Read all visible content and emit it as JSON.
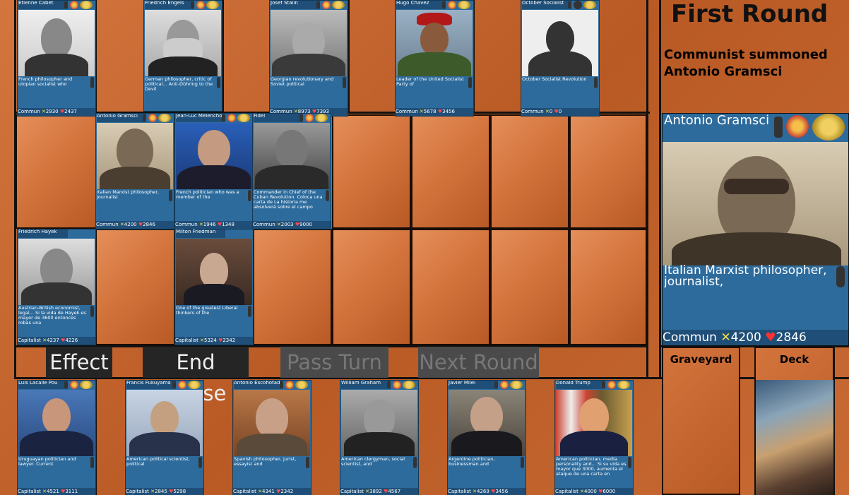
{
  "status": {
    "round_title": "First Round",
    "log_line1": "Communist summoned",
    "log_line2": "Antonio Gramsci"
  },
  "buttons": {
    "effect": "Effect",
    "end_phase": "End Phase",
    "pass_turn": "Pass Turn",
    "next_round": "Next Round"
  },
  "piles": {
    "graveyard": "Graveyard",
    "deck": "Deck"
  },
  "selected_card": {
    "name": "Antonio Gramsci",
    "desc": "Italian Marxist philosopher, journalist,",
    "faction": "Commun",
    "attack": "4200",
    "health": "2846"
  },
  "top_row": [
    {
      "name": "Etienne Cabet",
      "desc": "French philosopher and utopian socialist who",
      "faction": "Commun",
      "attack": "2930",
      "health": "2437"
    },
    {
      "name": "Friedrich Engels",
      "desc": "German philosopher, critic of political... Anti-Dühring to the Devil",
      "faction": "",
      "attack": "",
      "health": ""
    },
    {
      "name": "Josef Stalin",
      "desc": "Georgian revolutionary and Soviet political",
      "faction": "Commun",
      "attack": "8973",
      "health": "7393"
    },
    {
      "name": "Hugo Chavez",
      "desc": "Leader of the United Socialist Party of",
      "faction": "Commun",
      "attack": "5678",
      "health": "3456"
    },
    {
      "name": "October Socialist",
      "desc": "October Socialist Revolution",
      "faction": "Commun",
      "attack": "0",
      "health": "0"
    }
  ],
  "mid_row": [
    {
      "name": "Antonio Gramsci",
      "desc": "Italian Marxist philosopher, journalist",
      "faction": "Commun",
      "attack": "4200",
      "health": "2846"
    },
    {
      "name": "Jean-Luc Mélenchon",
      "desc": "French politician who was a member of the",
      "faction": "Commun",
      "attack": "1946",
      "health": "1348"
    },
    {
      "name": "Fidel",
      "desc": "Commander in Chief of the Cuban Revolution. Coloca una carta de La historia me absolverá sobre el campo",
      "faction": "Commun",
      "attack": "2003",
      "health": "9000"
    }
  ],
  "cap_row": [
    {
      "name": "Friedrich Hayek",
      "desc": "Austrian-British economist, legal... Si la vida de Hayek es mayor de 3600 entonces robas una",
      "faction": "Capitalist",
      "attack": "4237",
      "health": "4226"
    },
    {
      "name": "Milton Friedman",
      "desc": "One of the greatest Liberal thinkers of the",
      "faction": "Capitalist",
      "attack": "5324",
      "health": "2342"
    }
  ],
  "hand": [
    {
      "name": "Luis Lacalle Pou",
      "desc": "Uruguayan politician and lawyer. Current",
      "faction": "Capitalist",
      "attack": "4521",
      "health": "3111"
    },
    {
      "name": "Francis Fukuyama",
      "desc": "American political scientist, political",
      "faction": "Capitalist",
      "attack": "2845",
      "health": "5298"
    },
    {
      "name": "Antonio Escohotado",
      "desc": "Spanish philosopher, jurist, essayist and",
      "faction": "Capitalist",
      "attack": "4341",
      "health": "2342"
    },
    {
      "name": "William Graham",
      "desc": "American clergyman, social scientist, and",
      "faction": "Capitalist",
      "attack": "3892",
      "health": "4567"
    },
    {
      "name": "Javier Milei",
      "desc": "Argentine politician, businessman and",
      "faction": "Capitalist",
      "attack": "4269",
      "health": "3456"
    },
    {
      "name": "Donald Trump",
      "desc": "American politician, media personality and... Si su vida es mayor que 3000, aumenta el ataque de una carta en",
      "faction": "Capitalist",
      "attack": "4000",
      "health": "6000"
    }
  ]
}
